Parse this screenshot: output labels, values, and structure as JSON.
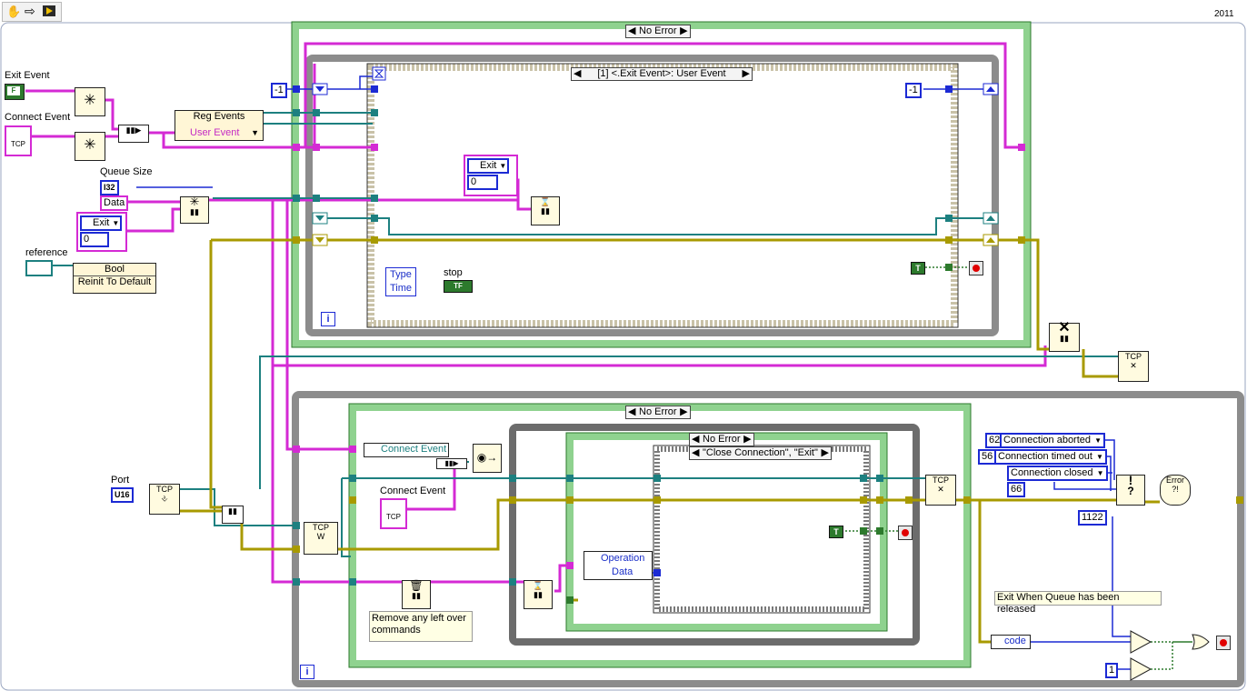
{
  "toolbar": {
    "run_continuous_icon": "hand-icon",
    "arrow_icon": "arrow-right-icon",
    "highlight_icon": "highlight-execution-icon",
    "version": "2011"
  },
  "labels": {
    "exit_event": "Exit Event",
    "connect_event": "Connect Event",
    "queue_size": "Queue Size",
    "reference": "reference",
    "port": "Port",
    "stop": "stop",
    "connect_event_inner": "Connect Event"
  },
  "constants": {
    "i32": "I32",
    "data": "Data",
    "exit_enum": "Exit",
    "zero": "0",
    "u16": "U16",
    "neg_one_left": "-1",
    "neg_one_right": "-1",
    "code_62": "62",
    "code_56": "56",
    "code_66": "66",
    "code_1122": "1122",
    "one": "1",
    "conn_aborted": "Connection aborted",
    "conn_timed_out": "Connection timed out",
    "conn_closed": "Connection closed"
  },
  "nodes": {
    "reg_events": "Reg Events",
    "user_event": "User Event",
    "bool": "Bool",
    "reinit": "Reinit To Default",
    "type": "Type",
    "time": "Time",
    "operation": "Operation",
    "op_data": "Data",
    "code": "code",
    "connect_event_ref": "Connect Event"
  },
  "structures": {
    "top_case": "No Error",
    "event_case": "[1] <.Exit Event>: User Event",
    "bottom_case": "No Error",
    "inner_case": "No Error",
    "close_case": "\"Close Connection\", \"Exit\""
  },
  "comments": {
    "remove_leftover": "Remove any left over commands",
    "exit_when_released": "Exit When Queue has been released"
  },
  "booleans": {
    "true_top": "T",
    "true_bottom": "T",
    "stop_tf": "TF"
  },
  "loop_index": {
    "top": "i",
    "bottom": "i"
  },
  "colors": {
    "error_wire": "#a89a00",
    "event_wire": "#1d8080",
    "string_wire": "#d42ad4",
    "numeric_wire": "#1c2ad4",
    "case_border": "#7fcf7f",
    "loop_border": "#8c8c8c"
  }
}
